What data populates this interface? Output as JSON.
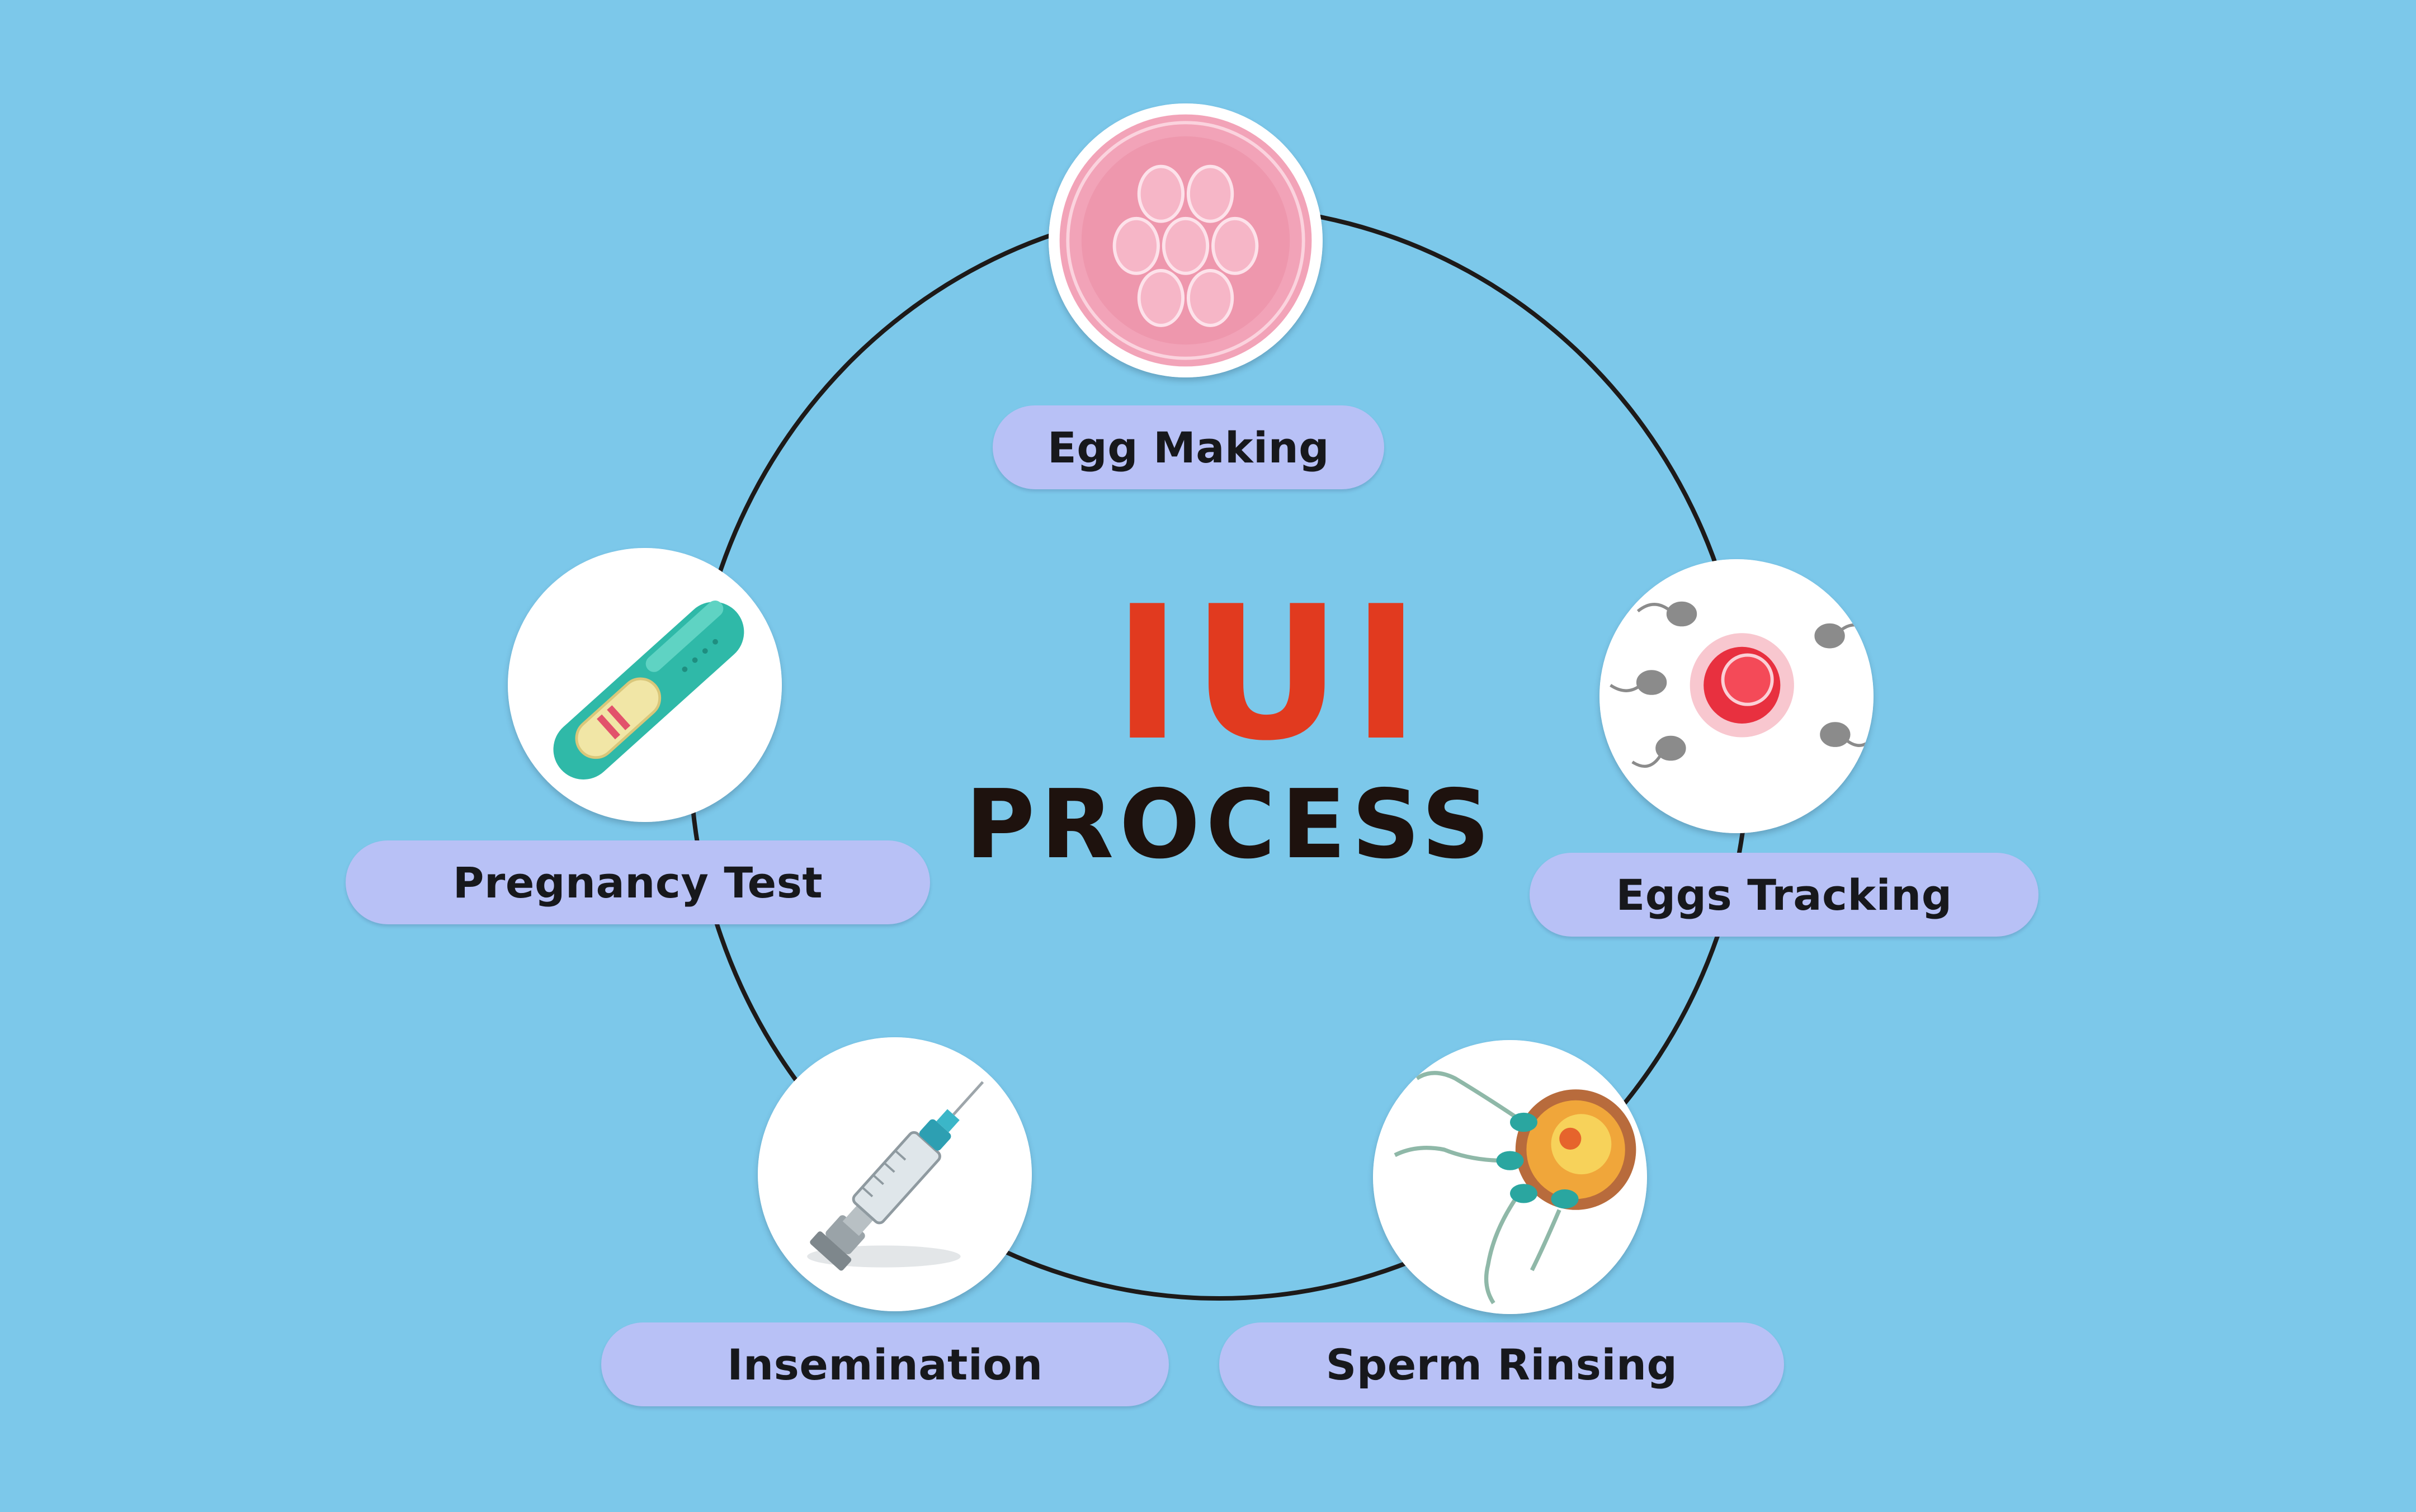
{
  "title": {
    "main": "IUI",
    "sub": "PROCESS"
  },
  "colors": {
    "background": "#7CC8EA",
    "ring": "#1d1a19",
    "pill": "#B8C1F6",
    "title_main": "#E13A1F",
    "title_sub": "#1e120e"
  },
  "steps": [
    {
      "label": "Egg Making",
      "icon": "egg-cells-icon"
    },
    {
      "label": "Eggs Tracking",
      "icon": "egg-sperm-icon"
    },
    {
      "label": "Sperm Rinsing",
      "icon": "fertilization-icon"
    },
    {
      "label": "Insemination",
      "icon": "syringe-icon"
    },
    {
      "label": "Pregnancy Test",
      "icon": "pregnancy-test-icon"
    }
  ]
}
